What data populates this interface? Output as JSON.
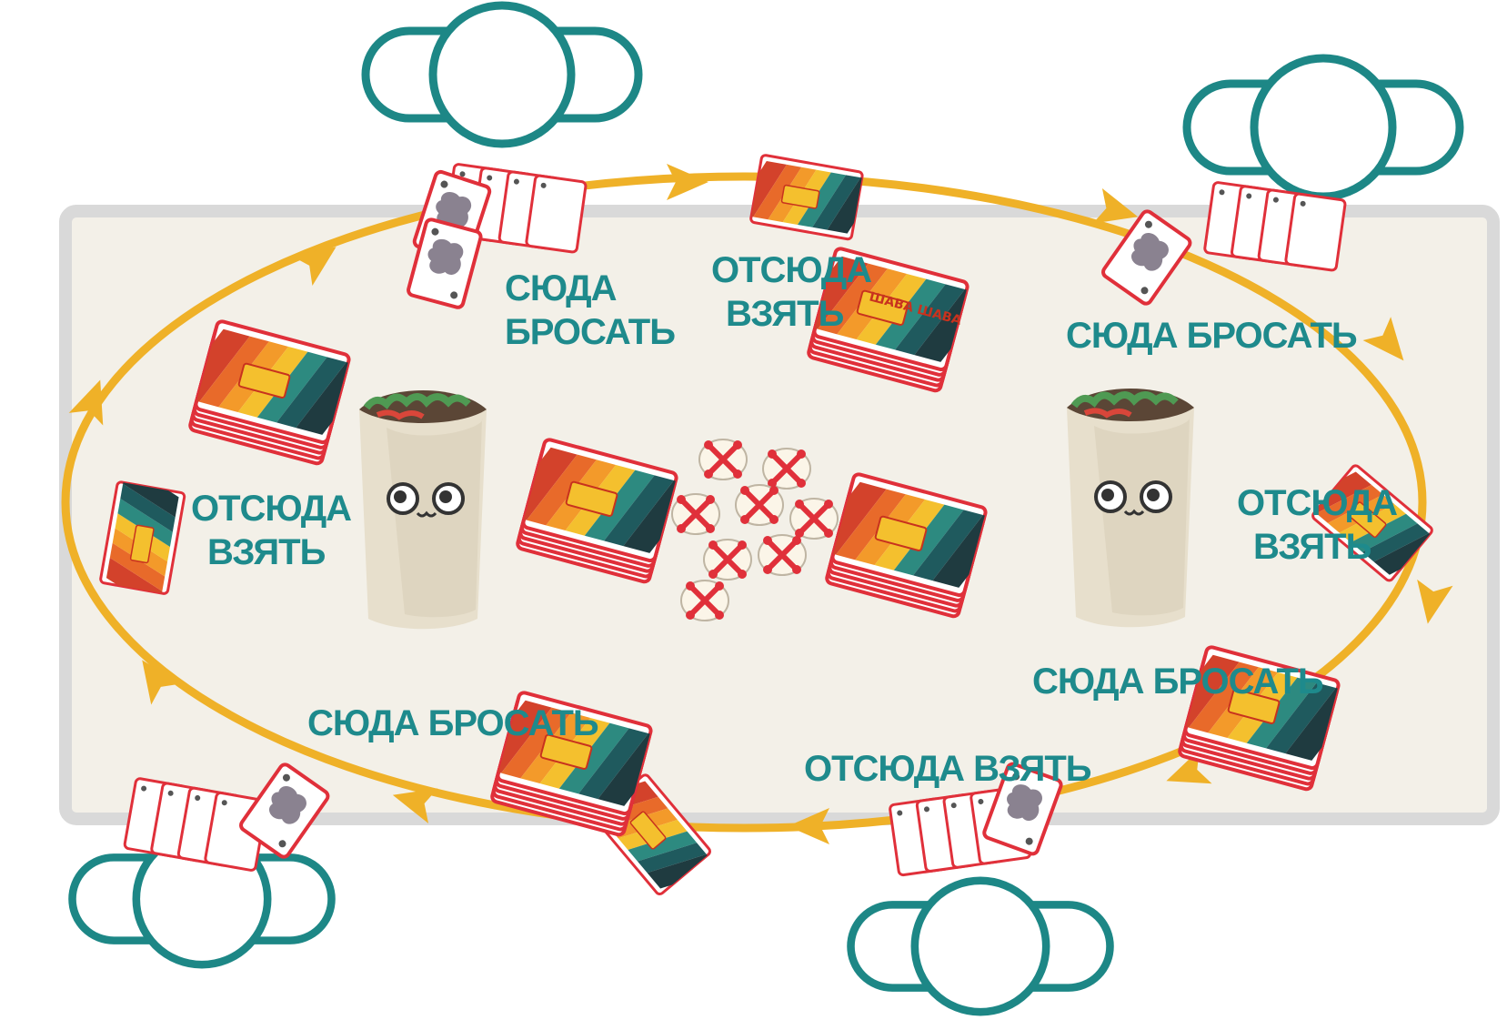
{
  "colors": {
    "table": "#f3f0e8",
    "table_edge": "#d9d9d9",
    "track": "#efb128",
    "player": "#1d8786",
    "label": "#1e8a8c",
    "card_border": "#e0303a",
    "stripes": [
      "#d3422b",
      "#e86a2a",
      "#f39a2a",
      "#f4c02e",
      "#2d8a80",
      "#1f5a5e",
      "#1f3b40"
    ]
  },
  "deck_logo": "ШАВА ШАВА",
  "labels": {
    "drop_top": [
      "СЮДА",
      "БРОСАТЬ"
    ],
    "take_top": [
      "ОТСЮДА",
      "ВЗЯТЬ"
    ],
    "drop_top_right": "СЮДА БРОСАТЬ",
    "take_left": [
      "ОТСЮДА",
      "ВЗЯТЬ"
    ],
    "take_right": [
      "ОТСЮДА",
      "ВЗЯТЬ"
    ],
    "drop_right": "СЮДА БРОСАТЬ",
    "drop_bottom_left": "СЮДА БРОСАТЬ",
    "take_bottom": "ОТСЮДА ВЗЯТЬ"
  },
  "icons": {
    "player": "player-seat-icon",
    "shawarma": "shawarma-mascot-icon",
    "tokens": "bone-tokens-icon",
    "deck": "card-deck-icon",
    "hand": "player-hand-icon",
    "arrow": "direction-arrow-icon"
  }
}
